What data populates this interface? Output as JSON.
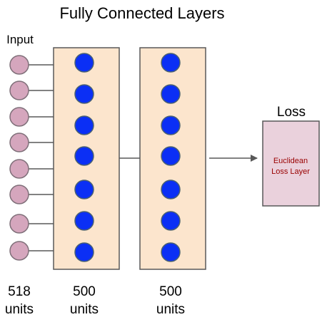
{
  "diagram": {
    "title": "Fully Connected Layers",
    "input_label": "Input",
    "loss_label": "Loss",
    "loss_box_line1": "Euclidean",
    "loss_box_line2": "Loss Layer",
    "columns": [
      {
        "count": "518",
        "unit": "units"
      },
      {
        "count": "500",
        "unit": "units"
      },
      {
        "count": "500",
        "unit": "units"
      }
    ]
  },
  "colors": {
    "input_node_fill": "#d5a6bd",
    "input_node_stroke": "#7f6f79",
    "layer_box_fill": "#fce5cd",
    "layer_box_stroke": "#595959",
    "hidden_node_fill": "#0b2ff5",
    "hidden_node_stroke": "#4a6173",
    "loss_box_fill": "#ead1dc",
    "loss_box_stroke": "#595959",
    "loss_text": "#990000",
    "connector": "#595959"
  }
}
